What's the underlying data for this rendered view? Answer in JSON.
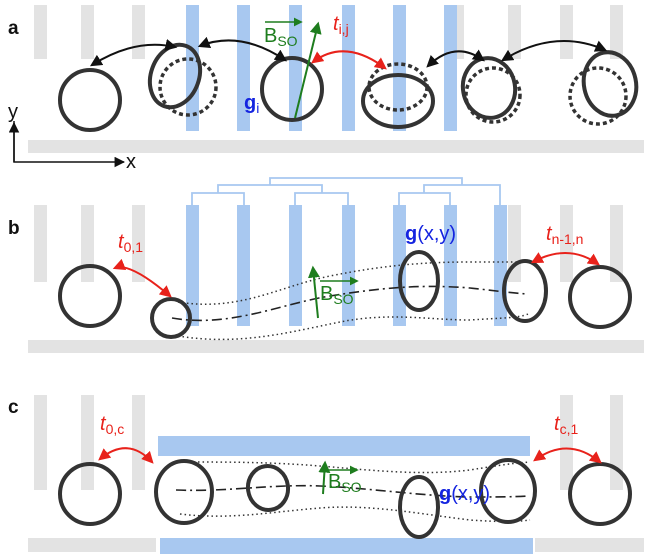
{
  "colors": {
    "gate_gray": "#e3e3e3",
    "gate_blue": "#a8c8f0",
    "dot_stroke": "#333333",
    "hop_black": "#111111",
    "hop_red": "#e8221b",
    "field_green": "#1e7d1e",
    "g_blue": "#1424e0"
  },
  "panel_a": {
    "label": "a",
    "bso": "B",
    "bso_sub": "SO",
    "tij": "t",
    "tij_sub": "i,j",
    "gi": "g",
    "gi_sub": "i"
  },
  "axes": {
    "y": "y",
    "x": "x"
  },
  "panel_b": {
    "label": "b",
    "t01": "t",
    "t01_sub": "0,1",
    "gxy_bold": "g",
    "gxy_rest": "(x,y)",
    "tn": "t",
    "tn_sub": "n-1,n",
    "bso": "B",
    "bso_sub": "SO"
  },
  "panel_c": {
    "label": "c",
    "t0c": "t",
    "t0c_sub": "0,c",
    "tc1": "t",
    "tc1_sub": "c,1",
    "bso": "B",
    "bso_sub": "SO",
    "gxy_bold": "g",
    "gxy_rest": "(x,y)"
  }
}
